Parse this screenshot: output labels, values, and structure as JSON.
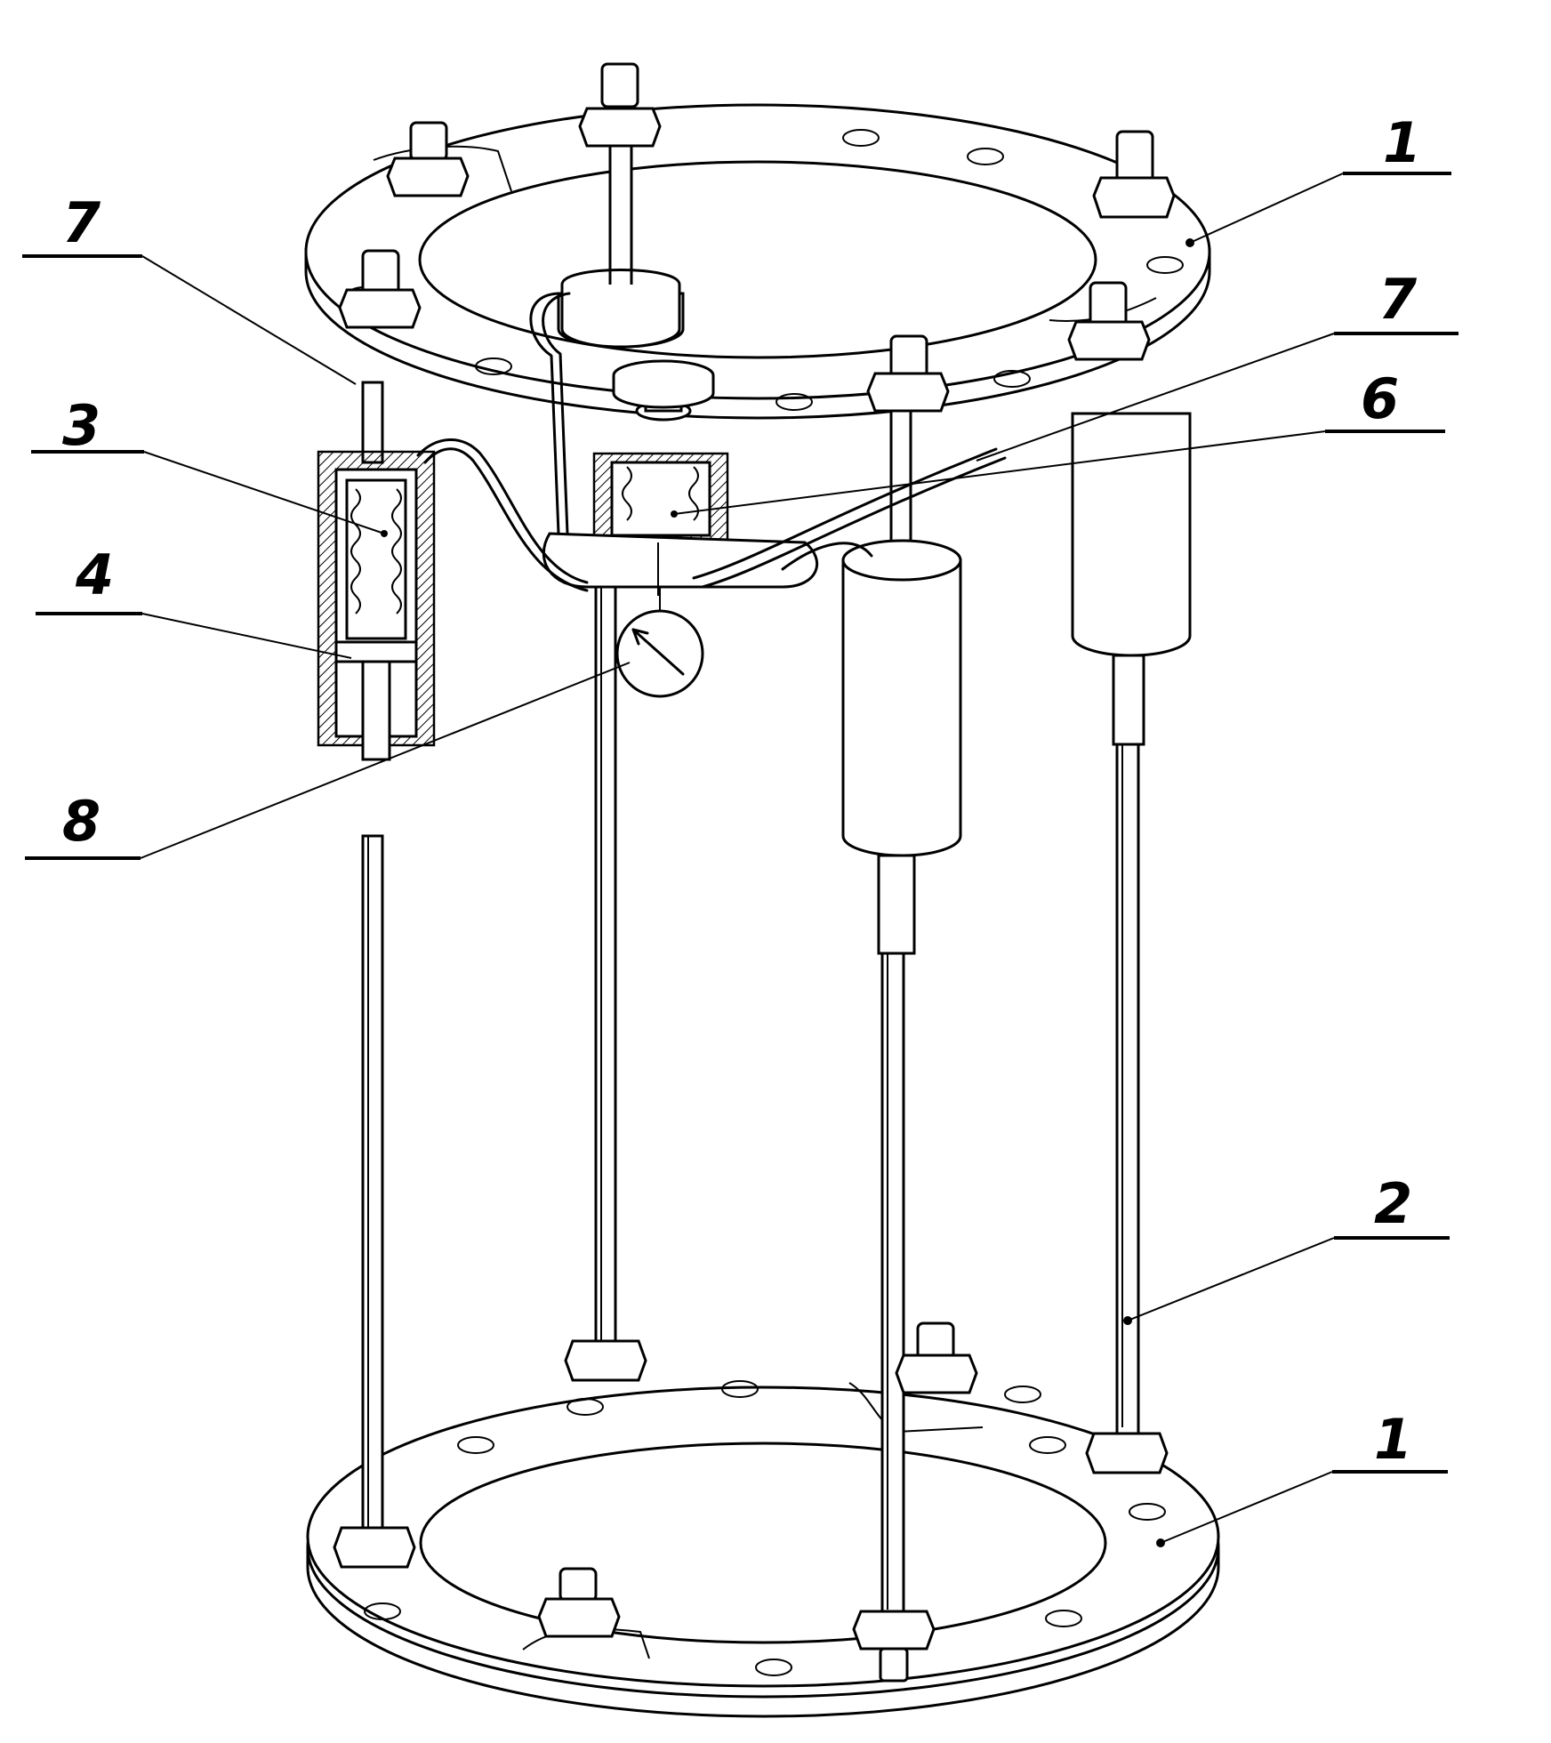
{
  "callouts": [
    {
      "id": "top-ring",
      "label": "1"
    },
    {
      "id": "bottom-ring",
      "label": "1"
    },
    {
      "id": "rod",
      "label": "2"
    },
    {
      "id": "cylinder",
      "label": "3"
    },
    {
      "id": "piston",
      "label": "4"
    },
    {
      "id": "bellows",
      "label": "6"
    },
    {
      "id": "hose-left",
      "label": "7"
    },
    {
      "id": "hose-right",
      "label": "7"
    },
    {
      "id": "gauge",
      "label": "8"
    }
  ]
}
